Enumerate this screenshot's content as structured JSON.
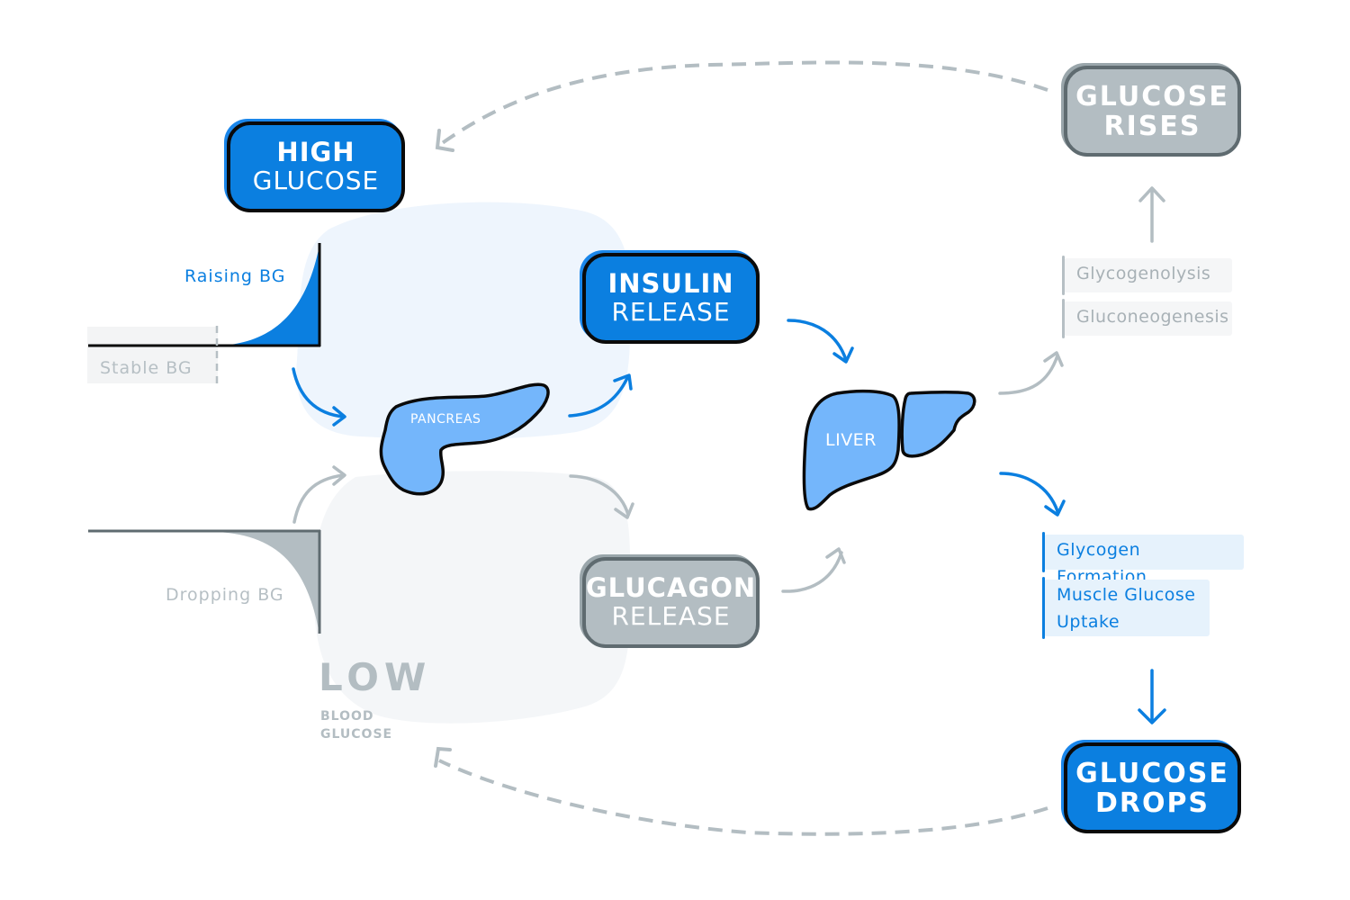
{
  "colors": {
    "blue": "#0b7fe0",
    "organ_blue": "#74b6fb",
    "gray": "#b3bdc2",
    "gray_dark": "#5f6b70",
    "soft_blue_bg": "#eef5fd",
    "soft_gray_bg": "#f4f6f8"
  },
  "nodes": {
    "high_glucose": {
      "line1": "HIGH",
      "line2": "GLUCOSE"
    },
    "insulin_release": {
      "line1": "INSULIN",
      "line2": "RELEASE"
    },
    "glucagon_release": {
      "line1": "GLUCAGON",
      "line2": "RELEASE"
    },
    "glucose_rises": {
      "line1": "GLUCOSE",
      "line2": "RISES"
    },
    "glucose_drops": {
      "line1": "GLUCOSE",
      "line2": "DROPS"
    },
    "low_blood_glucose": {
      "title": "LOW",
      "sub1": "BLOOD",
      "sub2": "GLUCOSE"
    }
  },
  "organs": {
    "pancreas": "PANCREAS",
    "liver": "LIVER"
  },
  "curves": {
    "raising": {
      "label": "Raising BG",
      "baseline_label": "Stable BG",
      "icon": "rising-curve-icon"
    },
    "dropping": {
      "label": "Dropping BG",
      "icon": "falling-curve-icon"
    }
  },
  "processes": {
    "glucose_raising": [
      "Glycogenolysis",
      "Gluconeogenesis"
    ],
    "glucose_lowering": [
      "Glycogen Formation",
      "Muscle Glucose Uptake"
    ]
  },
  "muscle_lines": [
    "Muscle Glucose",
    "Uptake"
  ],
  "arrows": [
    {
      "from": "raising-bg",
      "to": "pancreas",
      "style": "solid-blue"
    },
    {
      "from": "dropping-bg",
      "to": "pancreas",
      "style": "solid-gray"
    },
    {
      "from": "pancreas",
      "to": "insulin_release",
      "style": "solid-blue"
    },
    {
      "from": "pancreas",
      "to": "glucagon_release",
      "style": "solid-gray"
    },
    {
      "from": "insulin_release",
      "to": "liver",
      "style": "solid-blue"
    },
    {
      "from": "glucagon_release",
      "to": "liver",
      "style": "solid-gray"
    },
    {
      "from": "liver",
      "to": "glucose_raising",
      "style": "solid-gray"
    },
    {
      "from": "liver",
      "to": "glucose_lowering",
      "style": "solid-blue"
    },
    {
      "from": "glucose_raising",
      "to": "glucose_rises",
      "style": "solid-gray"
    },
    {
      "from": "glucose_lowering",
      "to": "glucose_drops",
      "style": "solid-blue"
    },
    {
      "from": "glucose_rises",
      "to": "high_glucose",
      "style": "dashed-gray"
    },
    {
      "from": "glucose_drops",
      "to": "low_blood_glucose",
      "style": "dashed-gray"
    }
  ]
}
